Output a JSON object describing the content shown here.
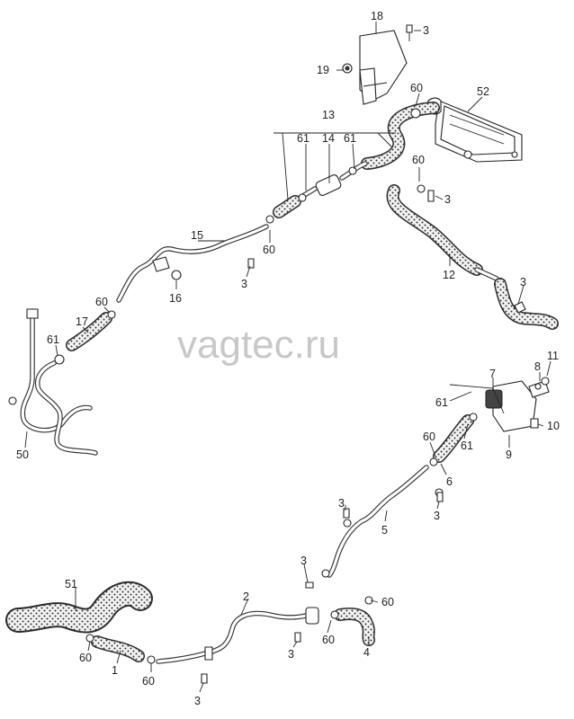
{
  "watermark": "vagtec.ru",
  "callouts": [
    {
      "id": "18",
      "label": "18"
    },
    {
      "id": "3a",
      "label": "3"
    },
    {
      "id": "19",
      "label": "19"
    },
    {
      "id": "52",
      "label": "52"
    },
    {
      "id": "60a",
      "label": "60"
    },
    {
      "id": "13",
      "label": "13"
    },
    {
      "id": "61a",
      "label": "61"
    },
    {
      "id": "14",
      "label": "14"
    },
    {
      "id": "61b",
      "label": "61"
    },
    {
      "id": "60b",
      "label": "60"
    },
    {
      "id": "3b",
      "label": "3"
    },
    {
      "id": "15",
      "label": "15"
    },
    {
      "id": "60c",
      "label": "60"
    },
    {
      "id": "3c",
      "label": "3"
    },
    {
      "id": "16",
      "label": "16"
    },
    {
      "id": "12",
      "label": "12"
    },
    {
      "id": "3d",
      "label": "3"
    },
    {
      "id": "60d",
      "label": "60"
    },
    {
      "id": "17",
      "label": "17"
    },
    {
      "id": "61c",
      "label": "61"
    },
    {
      "id": "50",
      "label": "50"
    },
    {
      "id": "7",
      "label": "7"
    },
    {
      "id": "8",
      "label": "8"
    },
    {
      "id": "11",
      "label": "11"
    },
    {
      "id": "61d",
      "label": "61"
    },
    {
      "id": "10",
      "label": "10"
    },
    {
      "id": "60e",
      "label": "60"
    },
    {
      "id": "61e",
      "label": "61"
    },
    {
      "id": "9",
      "label": "9"
    },
    {
      "id": "6",
      "label": "6"
    },
    {
      "id": "3e",
      "label": "3"
    },
    {
      "id": "3f",
      "label": "3"
    },
    {
      "id": "5",
      "label": "5"
    },
    {
      "id": "3g",
      "label": "3"
    },
    {
      "id": "51",
      "label": "51"
    },
    {
      "id": "2",
      "label": "2"
    },
    {
      "id": "60f",
      "label": "60"
    },
    {
      "id": "60g",
      "label": "60"
    },
    {
      "id": "1",
      "label": "1"
    },
    {
      "id": "60h",
      "label": "60"
    },
    {
      "id": "3h",
      "label": "3"
    },
    {
      "id": "4",
      "label": "4"
    },
    {
      "id": "60i",
      "label": "60"
    },
    {
      "id": "3i",
      "label": "3"
    }
  ]
}
